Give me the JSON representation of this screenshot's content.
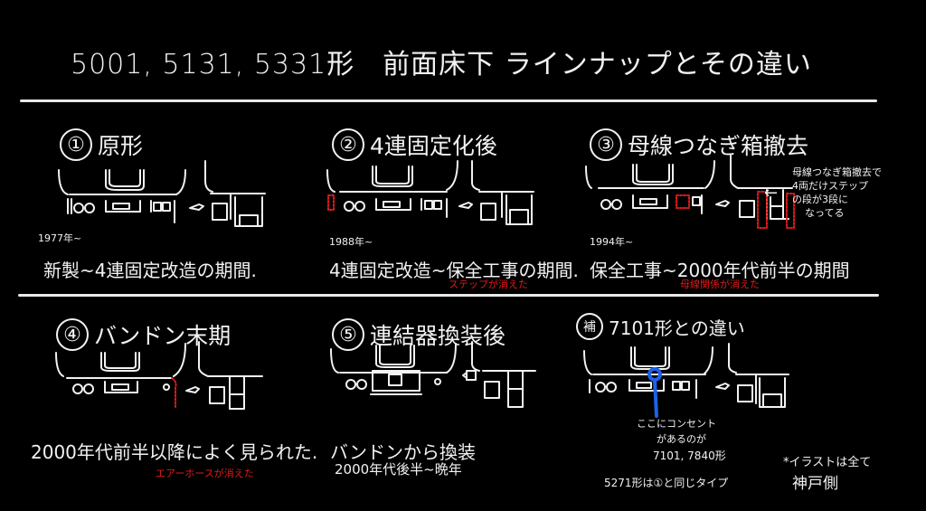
{
  "title": "5001, 5131, 5331形　前面床下 ラインナップとその違い",
  "panels": [
    {
      "number": "①",
      "heading": "原形",
      "year": "1977年~",
      "period": "新製~4連固定改造の期間.",
      "red_note": ""
    },
    {
      "number": "②",
      "heading": "4連固定化後",
      "year": "1988年~",
      "period": "4連固定改造~保全工事の期間.",
      "red_note": "ステップが消えた"
    },
    {
      "number": "③",
      "heading": "母線つなぎ箱撤去",
      "year": "1994年~",
      "period": "保全工事~2000年代前半の期間",
      "red_note": "母線関係が消えた",
      "side_note": [
        "母線つなぎ箱撤去で",
        "4両だけステップ",
        "の段が3段に",
        "なってる"
      ]
    },
    {
      "number": "④",
      "heading": "バンドン末期",
      "year": "",
      "period": "2000年代前半以降によく見られた.",
      "red_note": "エアーホースが消えた"
    },
    {
      "number": "⑤",
      "heading": "連結器換装後",
      "year": "",
      "period_lines": [
        "バンドンから換装",
        "2000年代後半~晩年"
      ],
      "red_note": ""
    },
    {
      "number": "補",
      "heading": "7101形との違い",
      "notes": [
        "ここにコンセント",
        "があるのが",
        "7101, 7840形",
        "5271形は①と同じタイプ"
      ]
    }
  ],
  "footnote": [
    "*イラストは全て",
    "神戸側"
  ],
  "colors": {
    "background": "#000000",
    "ink": "#f2f2f2",
    "red": "#e01a1a",
    "blue": "#1e63e6"
  }
}
